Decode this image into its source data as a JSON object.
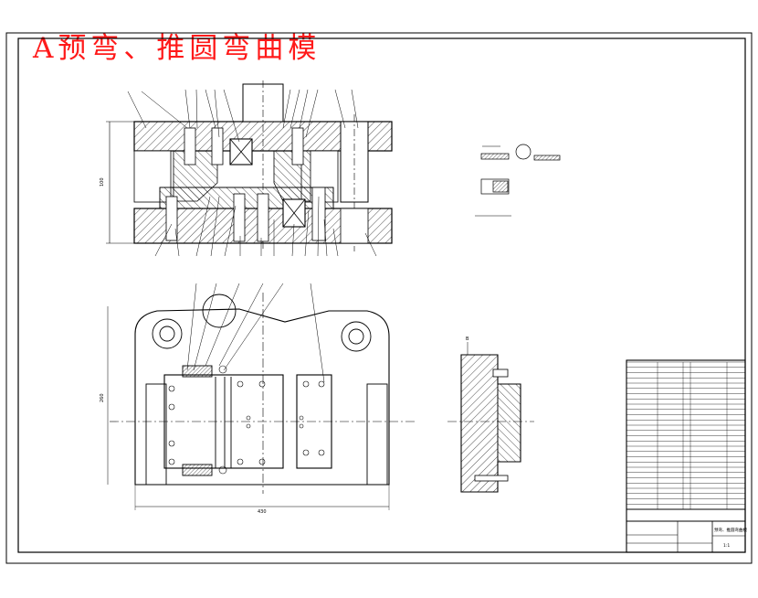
{
  "drawing": {
    "title": "A预弯、推圆弯曲模",
    "section_view": {
      "height_dim": "100"
    },
    "plan_view": {
      "height_dim": "260",
      "width_dim": "430"
    },
    "detail_view": {
      "label": "B"
    },
    "title_block": {
      "drawing_name": "预弯、推圆弯曲模",
      "scale": "1:1"
    }
  },
  "colors": {
    "title": "#ff1a1a",
    "lines": "#000000",
    "hatch": "#000000"
  }
}
